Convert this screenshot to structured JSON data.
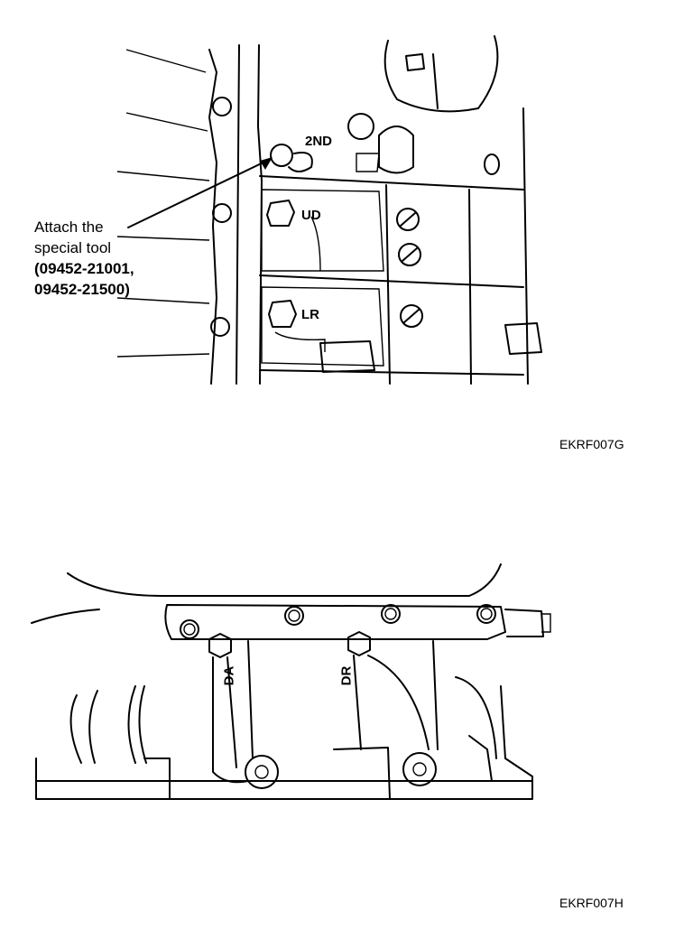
{
  "figure1": {
    "callout": {
      "line1": "Attach the",
      "line2": "special tool",
      "line3": "(09452-21001,",
      "line4": "09452-21500)"
    },
    "labels": {
      "second": "2ND",
      "ud": "UD",
      "lr": "LR"
    },
    "code": "EKRF007G"
  },
  "figure2": {
    "labels": {
      "da": "DA",
      "dr": "DR"
    },
    "code": "EKRF007H"
  }
}
